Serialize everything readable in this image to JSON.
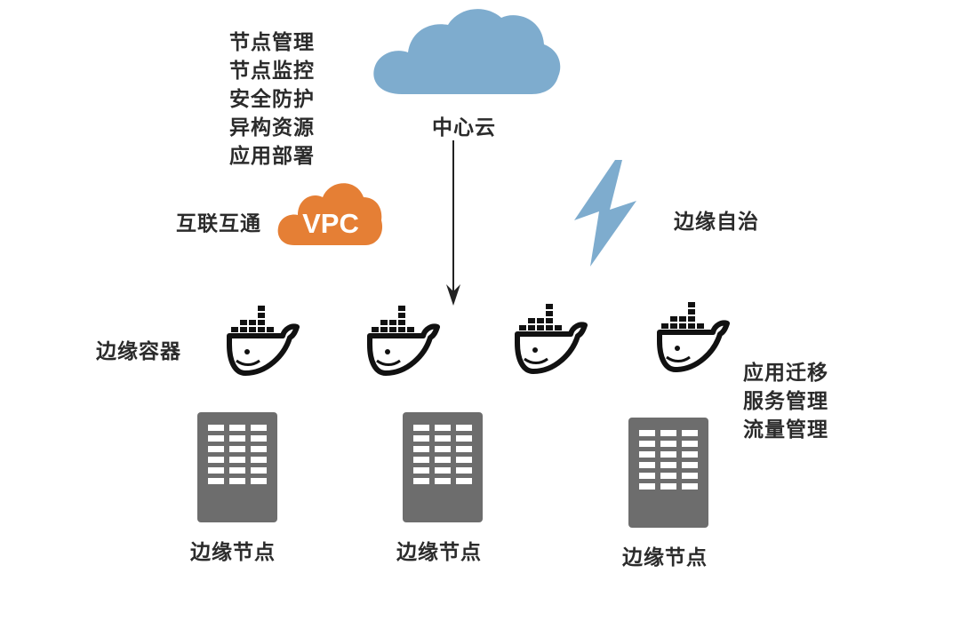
{
  "central_cloud": {
    "label": "中心云",
    "features": [
      "节点管理",
      "节点监控",
      "安全防护",
      "异构资源",
      "应用部署"
    ],
    "color": "#7eacce"
  },
  "vpc": {
    "label": "VPC",
    "caption": "互联互通",
    "color": "#e57f35"
  },
  "edge_autonomy": {
    "label": "边缘自治",
    "color": "#7eacce"
  },
  "edge_container": {
    "label": "边缘容器"
  },
  "app_features": [
    "应用迁移",
    "服务管理",
    "流量管理"
  ],
  "edge_nodes": [
    {
      "label": "边缘节点"
    },
    {
      "label": "边缘节点"
    },
    {
      "label": "边缘节点"
    }
  ],
  "colors": {
    "server": "#6d6d6d",
    "server_slot": "#ffffff",
    "whale": "#111111",
    "text": "#2b2b2b"
  }
}
